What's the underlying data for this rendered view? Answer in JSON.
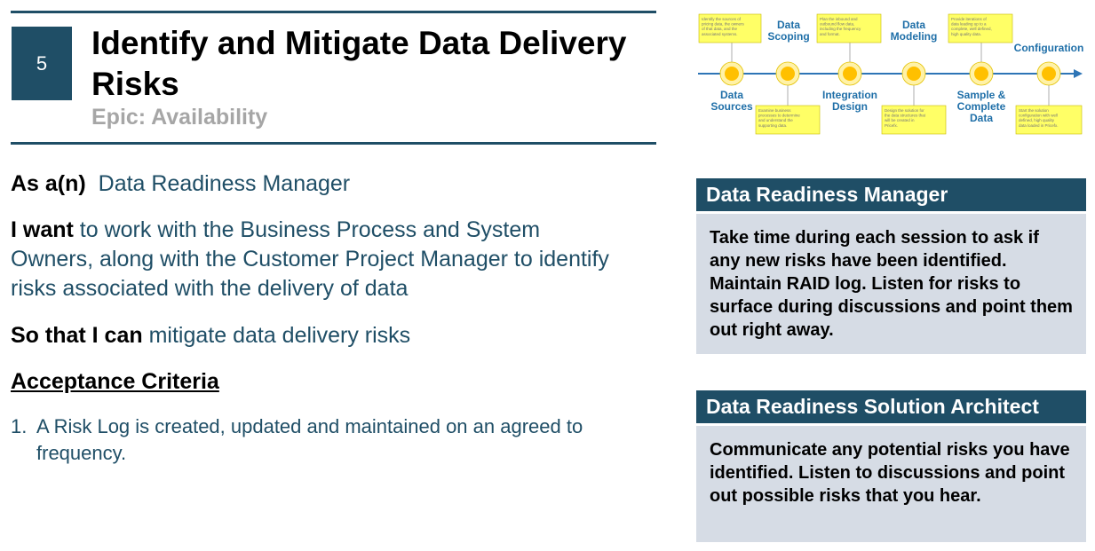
{
  "header": {
    "badge": "5",
    "title": "Identify and Mitigate Data Delivery Risks",
    "epic": "Epic: Availability"
  },
  "story": {
    "as_label": "As a(n)",
    "as_value": "Data Readiness Manager",
    "want_label": "I want",
    "want_value": "to work with the Business Process and System Owners, along with the Customer Project Manager to identify risks associated with the delivery of data",
    "so_label": "So that I can",
    "so_value": "mitigate data delivery risks"
  },
  "acceptance": {
    "title": "Acceptance Criteria",
    "items": [
      {
        "num": "1.",
        "text": "A Risk Log is created, updated and maintained on an agreed to frequency."
      }
    ]
  },
  "roles": [
    {
      "title": "Data Readiness Manager",
      "body": "Take time during each session to ask if any new risks have been identified. Maintain RAID log.  Listen for risks to surface during discussions and point them out right away."
    },
    {
      "title": "Data Readiness Solution Architect",
      "body": "Communicate any potential risks you have identified. Listen to discussions and point out possible risks that you hear."
    }
  ],
  "diagram": {
    "stages": [
      {
        "label_lines": [
          "Data",
          "Sources"
        ],
        "position": "below"
      },
      {
        "label_lines": [
          "Data",
          "Scoping"
        ],
        "position": "above"
      },
      {
        "label_lines": [
          "Integration",
          "Design"
        ],
        "position": "below"
      },
      {
        "label_lines": [
          "Data",
          "Modeling"
        ],
        "position": "above"
      },
      {
        "label_lines": [
          "Sample &",
          "Complete",
          "Data"
        ],
        "position": "below"
      },
      {
        "label_lines": [
          "Configuration"
        ],
        "position": "above"
      }
    ],
    "notes": [
      [
        "Identify the sources of",
        "pricing data, the owners",
        "of that data, and the",
        "associated systems."
      ],
      [
        "Examine business",
        "processes to determine",
        "and understand the",
        "supporting data."
      ],
      [
        "Plan the inbound and",
        "outbound flow data,",
        "including the frequency",
        "and format."
      ],
      [
        "Design the solution for",
        "the data structures that",
        "will be created in",
        "Pricefx."
      ],
      [
        "Provide iterations of",
        "data leading up to a",
        "complete, well defined,",
        "high quality data."
      ],
      [
        "Start the solution",
        "configuration with well",
        "defined, high quality",
        "data loaded in Pricefx."
      ]
    ],
    "colors": {
      "line": "#2e75b6",
      "node_fill": "#ffc000",
      "node_halo": "#fff2a8",
      "note_fill": "#ffff66",
      "label": "#1f6fa8"
    }
  },
  "colors": {
    "primary": "#1f4e66",
    "story_text": "#1f4e66",
    "epic": "#a6a6a6",
    "role_body_bg": "#d6dce5"
  }
}
